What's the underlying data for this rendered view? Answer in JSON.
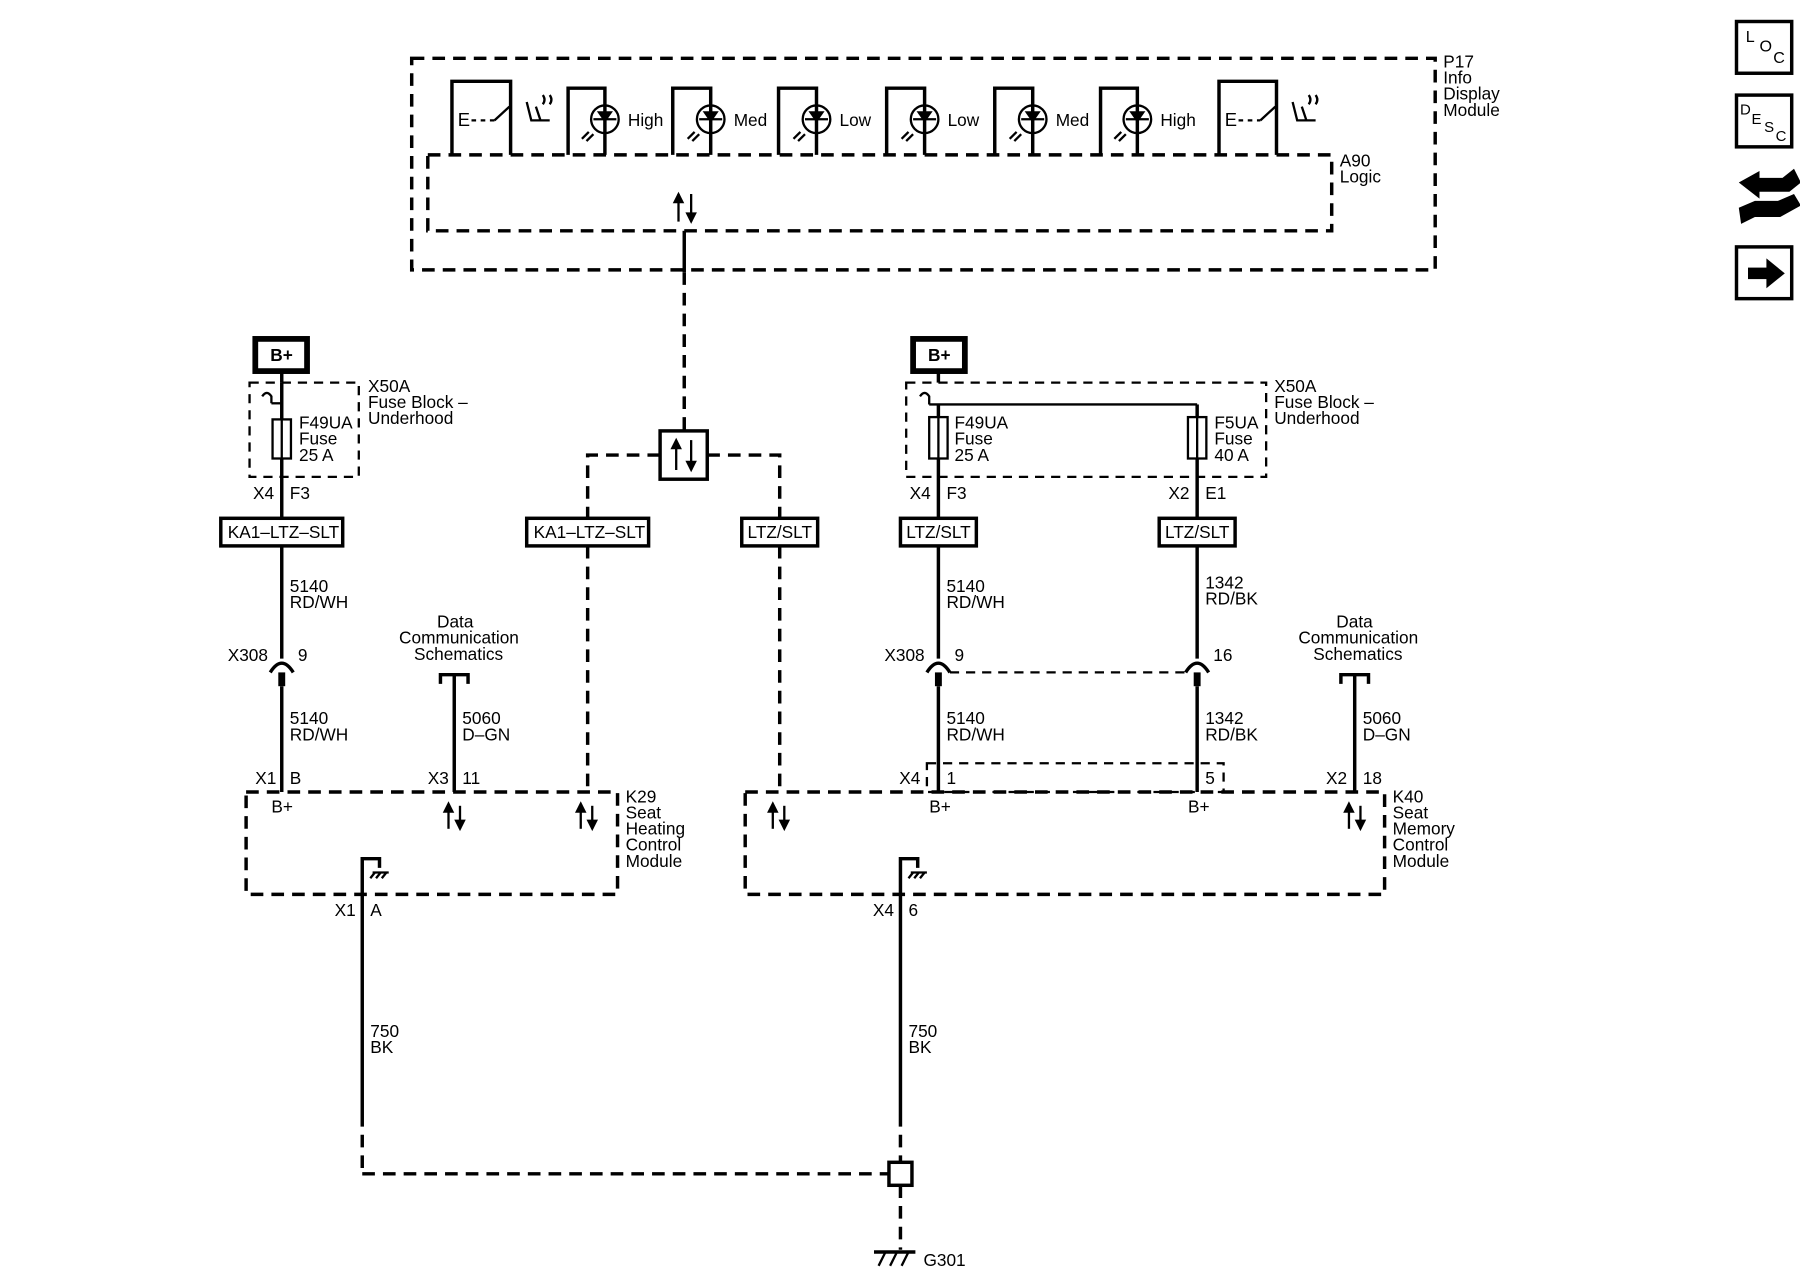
{
  "module_p17": {
    "ref": "P17",
    "name_lines": [
      "Info",
      "Display",
      "Module"
    ]
  },
  "logic_a90": {
    "ref": "A90",
    "name": "Logic"
  },
  "indicators": [
    {
      "label": "High"
    },
    {
      "label": "Med"
    },
    {
      "label": "Low"
    },
    {
      "label": "Low"
    },
    {
      "label": "Med"
    },
    {
      "label": "High"
    }
  ],
  "power_left": {
    "label": "B+"
  },
  "power_right": {
    "label": "B+"
  },
  "fuse_block_left": {
    "ref": "X50A",
    "name_lines": [
      "Fuse Block –",
      "Underhood"
    ]
  },
  "fuse_block_right": {
    "ref": "X50A",
    "name_lines": [
      "Fuse Block –",
      "Underhood"
    ]
  },
  "fuse_left": {
    "name_lines": [
      "F49UA",
      "Fuse",
      "25 A"
    ],
    "connector": "X4",
    "pin": "F3"
  },
  "fuse_right_1": {
    "name_lines": [
      "F49UA",
      "Fuse",
      "25 A"
    ],
    "connector": "X4",
    "pin": "F3"
  },
  "fuse_right_2": {
    "name_lines": [
      "F5UA",
      "Fuse",
      "40 A"
    ],
    "connector": "X2",
    "pin": "E1"
  },
  "option_boxes": [
    "KA1–LTZ–SLT",
    "KA1–LTZ–SLT",
    "LTZ/SLT",
    "LTZ/SLT",
    "LTZ/SLT"
  ],
  "wires": {
    "w_left_upper": [
      "5140",
      "RD/WH"
    ],
    "w_left_lower": [
      "5140",
      "RD/WH"
    ],
    "w_left_data": [
      "5060",
      "D–GN"
    ],
    "w_right1_upper": [
      "5140",
      "RD/WH"
    ],
    "w_right1_lower": [
      "5140",
      "RD/WH"
    ],
    "w_right2_upper": [
      "1342",
      "RD/BK"
    ],
    "w_right2_lower": [
      "1342",
      "RD/BK"
    ],
    "w_right_data": [
      "5060",
      "D–GN"
    ],
    "w_ground_left": [
      "750",
      "BK"
    ],
    "w_ground_right": [
      "750",
      "BK"
    ]
  },
  "inline_connectors": {
    "left": {
      "ref": "X308",
      "pin": "9"
    },
    "right": {
      "ref": "X308",
      "pin_a": "9",
      "pin_b": "16"
    }
  },
  "data_comm_left": [
    "Data",
    "Communication",
    "Schematics"
  ],
  "data_comm_right": [
    "Data",
    "Communication",
    "Schematics"
  ],
  "module_k29": {
    "ref": "K29",
    "name_lines": [
      "Seat",
      "Heating",
      "Control",
      "Module"
    ],
    "pins": {
      "power": {
        "connector": "X1",
        "pin": "B",
        "label": "B+"
      },
      "data": {
        "connector": "X3",
        "pin": "11"
      },
      "ground": {
        "connector": "X1",
        "pin": "A"
      }
    }
  },
  "module_k40": {
    "ref": "K40",
    "name_lines": [
      "Seat",
      "Memory",
      "Control",
      "Module"
    ],
    "pins": {
      "power1": {
        "connector": "X4",
        "pin": "1",
        "label": "B+"
      },
      "power2": {
        "pin": "5",
        "label": "B+"
      },
      "data": {
        "connector": "X2",
        "pin": "18"
      },
      "ground": {
        "connector": "X4",
        "pin": "6"
      }
    }
  },
  "ground": {
    "ref": "G301"
  },
  "nav": {
    "loc": [
      "L",
      "O",
      "C"
    ],
    "desc": [
      "D",
      "E",
      "S",
      "C"
    ],
    "swap_icon": "connector-swap-icon",
    "next_icon": "right-arrow-icon"
  }
}
